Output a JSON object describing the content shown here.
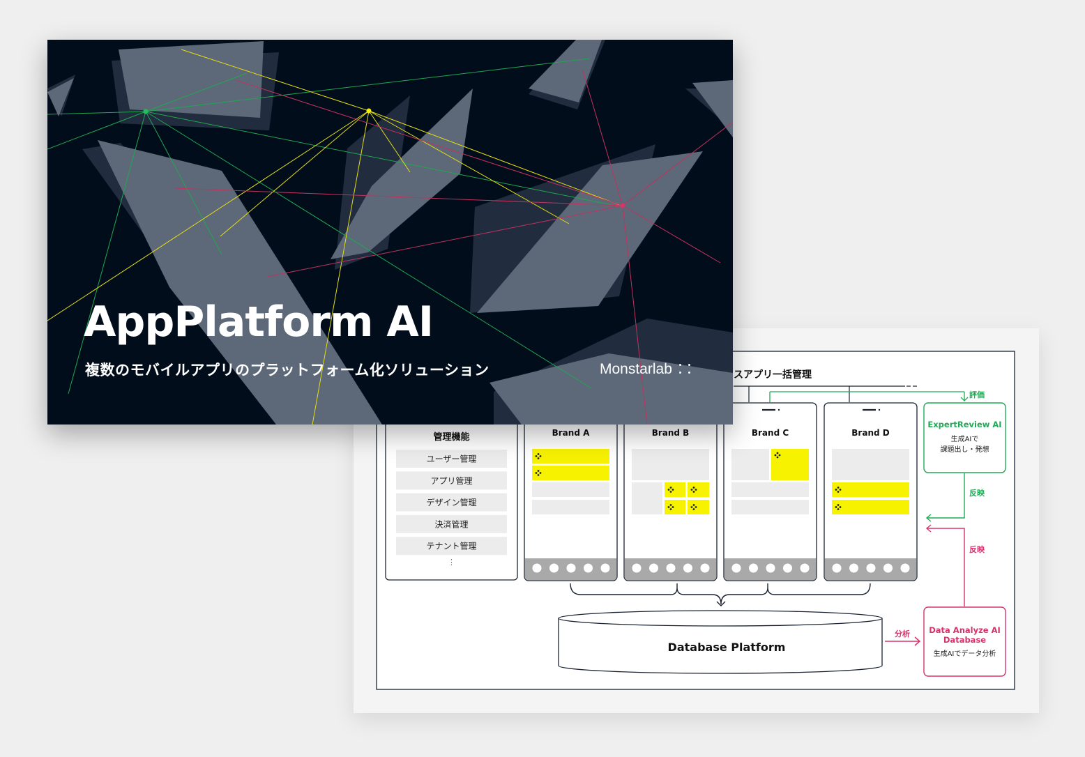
{
  "hero": {
    "title": "AppPlatform AI",
    "subtitle": "複数のモバイルアプリのプラットフォーム化ソリューション",
    "brand": "Monstarlab",
    "colors": {
      "background": "#020d1b",
      "node_green": "#1fc05a",
      "node_yellow": "#f2ec0a",
      "node_pink": "#d8336a",
      "panel": "#5d6878"
    }
  },
  "diagram": {
    "header_label": "スアプリ一括管理",
    "admin_panel": {
      "title": "管理機能",
      "items": [
        "ユーザー管理",
        "アプリ管理",
        "デザイン管理",
        "決済管理",
        "テナント管理"
      ],
      "more": "⋮"
    },
    "brands": [
      {
        "name": "Brand A"
      },
      {
        "name": "Brand B"
      },
      {
        "name": "Brand C"
      },
      {
        "name": "Brand D"
      }
    ],
    "database": {
      "label": "Database Platform"
    },
    "expert_review": {
      "title": "ExpertReview AI",
      "line1": "生成AIで",
      "line2": "課題出し・発想",
      "eval_label": "評価",
      "reflect_label": "反映"
    },
    "data_analyze": {
      "title_line1": "Data Analyze AI",
      "title_line2": "Database",
      "desc": "生成AIでデータ分析",
      "analyze_label": "分析",
      "reflect_label": "反映"
    },
    "colors": {
      "green": "#1faa55",
      "pink": "#d4336b",
      "yellow": "#f7f200",
      "gray_block": "#ececec",
      "dark_line": "#1a2230"
    },
    "icons": [
      "diamond-dots-icon",
      "nav-dot-icon",
      "curly-brace-icon",
      "arrow-right-icon",
      "arrow-left-icon",
      "arrow-down-icon"
    ]
  }
}
